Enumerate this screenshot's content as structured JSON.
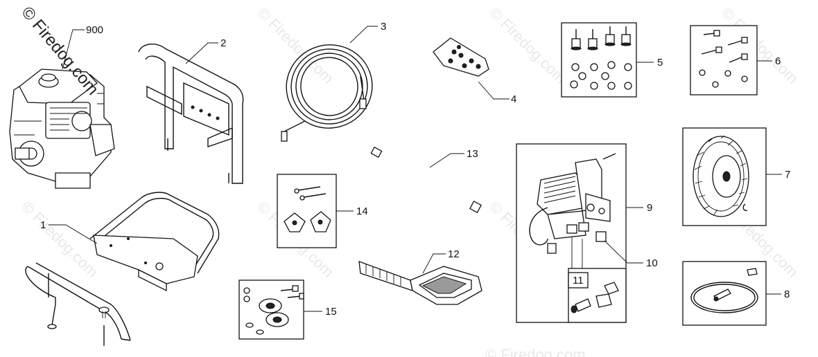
{
  "watermark": {
    "main": "© Firedog.com",
    "tiles": [
      "© Firedog.com",
      "© Firedog.com",
      "© Firedog.com",
      "© Firedog.com",
      "© Firedog.com",
      "© Firedog.com",
      "© Firedog.com",
      "© Firedog.com"
    ]
  },
  "callouts": {
    "c900": "900",
    "c1": "1",
    "c2": "2",
    "c3": "3",
    "c4": "4",
    "c5": "5",
    "c6": "6",
    "c7": "7",
    "c8": "8",
    "c9": "9",
    "c10": "10",
    "c11": "11",
    "c12": "12",
    "c13": "13",
    "c14": "14",
    "c15": "15"
  }
}
